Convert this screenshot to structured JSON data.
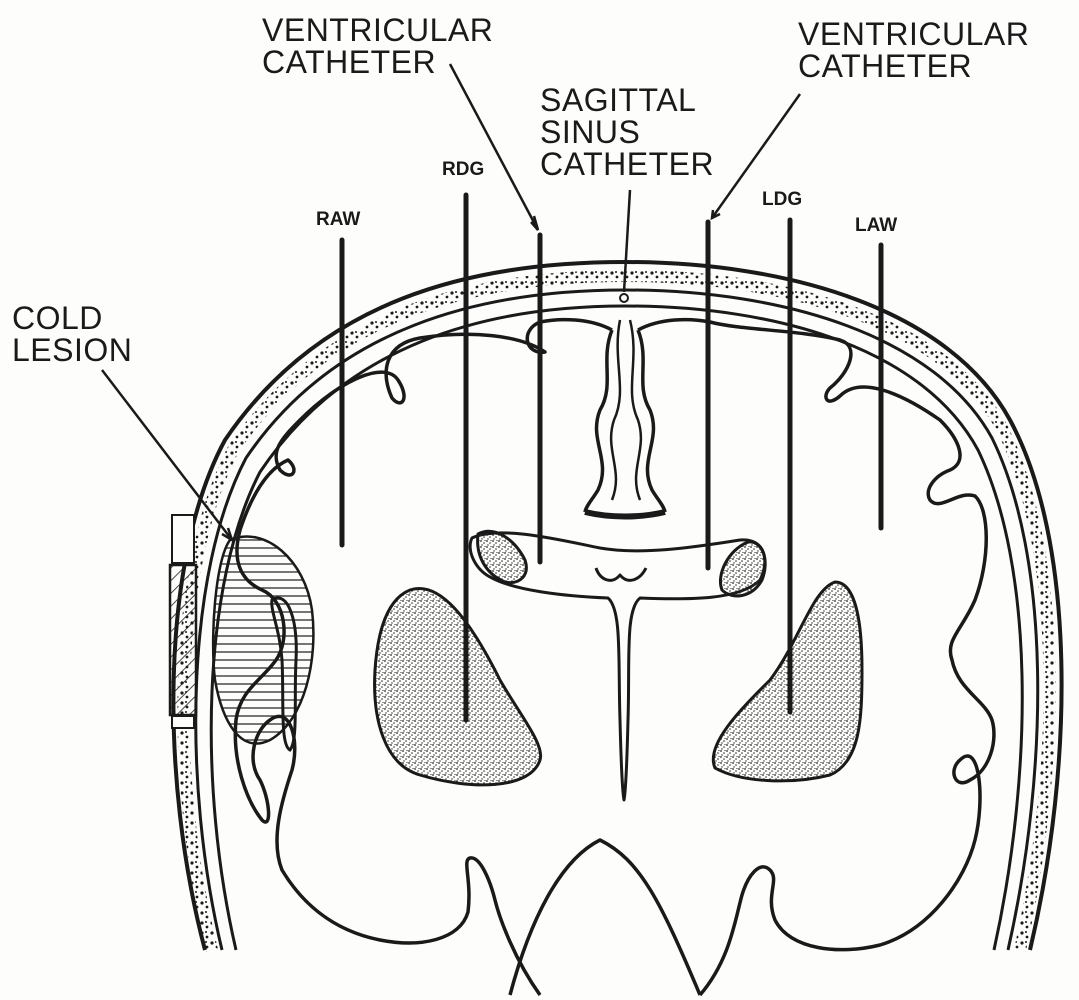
{
  "labels": {
    "ventricular_catheter_right": [
      "VENTRICULAR",
      "CATHETER"
    ],
    "ventricular_catheter_left": [
      "VENTRICULAR",
      "CATHETER"
    ],
    "sagittal_sinus_catheter": [
      "SAGITTAL",
      "SINUS",
      "CATHETER"
    ],
    "cold_lesion": [
      "COLD",
      "LESION"
    ],
    "raw": "RAW",
    "rdg": "RDG",
    "ldg": "LDG",
    "law": "LAW"
  },
  "colors": {
    "ink": "#1a1a1a",
    "paper": "#fdfdfb",
    "stipple": "#2a2a2a"
  }
}
